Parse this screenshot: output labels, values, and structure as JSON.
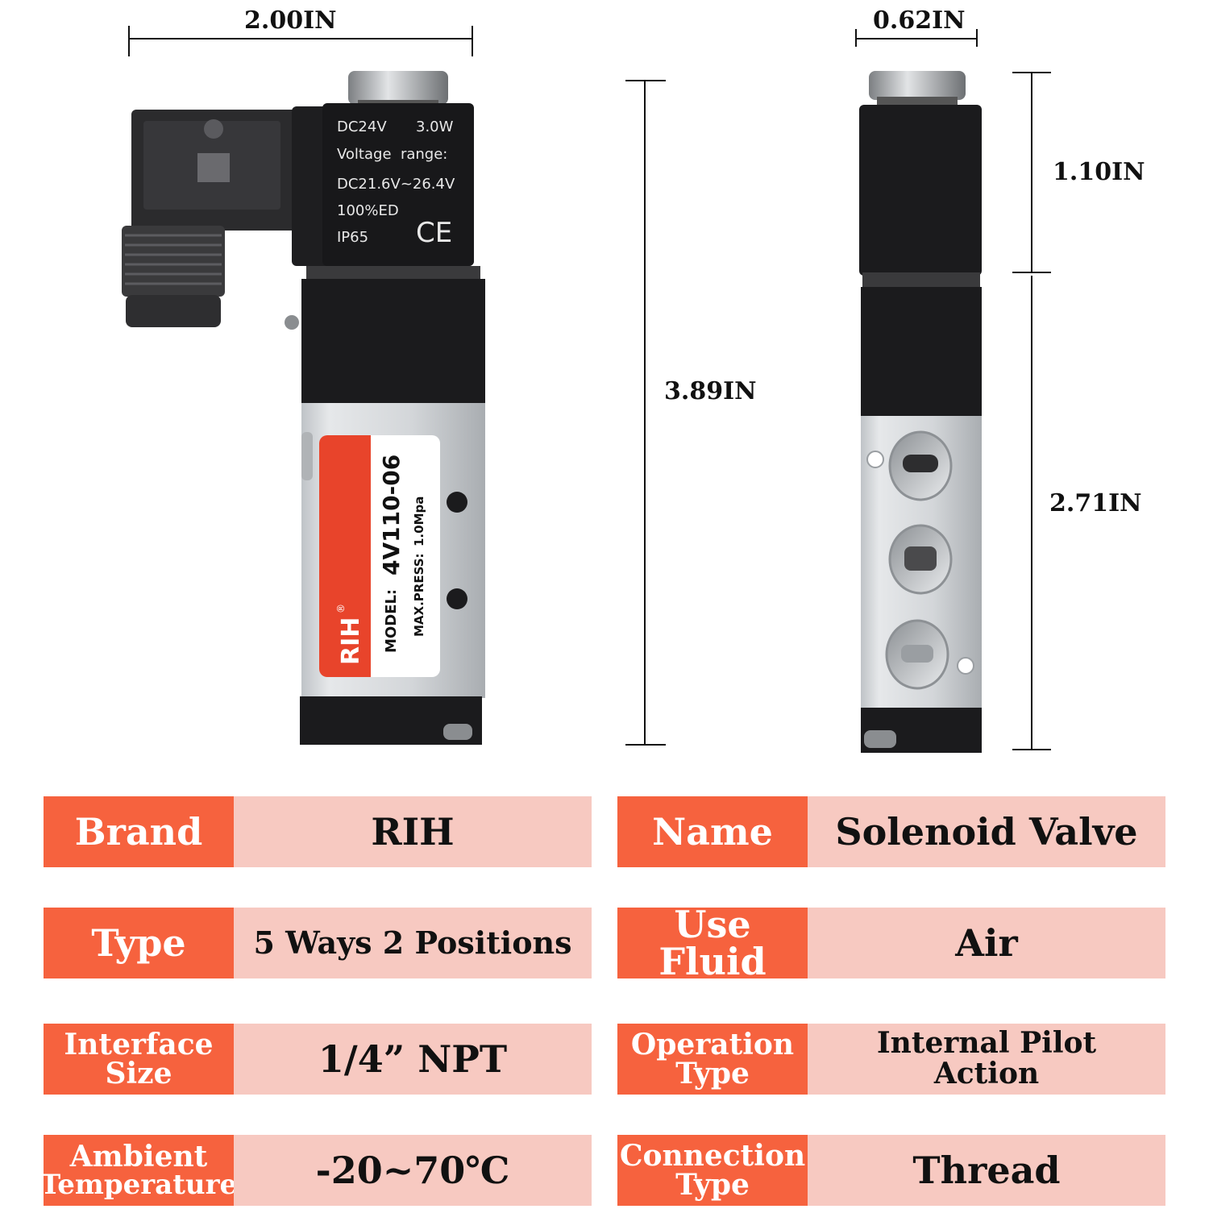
{
  "colors": {
    "accent": "#F6623E",
    "cell": "#F7C9C1"
  },
  "dimensions": {
    "width": "2.00IN",
    "depth": "0.62IN",
    "total_height": "3.89IN",
    "coil_height": "1.10IN",
    "body_height": "2.71IN"
  },
  "coil_label": {
    "voltage": "DC24V",
    "power": "3.0W",
    "range_label": "Voltage  range:",
    "range": "DC21.6V~26.4V",
    "duty": "100%ED",
    "ip": "IP65",
    "ce": "CE"
  },
  "nameplate": {
    "brand": "RIH",
    "registered": "®",
    "model_prefix": "MODEL:",
    "model": "4V110-06",
    "press_label": "MAX.PRESS:",
    "press": "1.0Mpa"
  },
  "specs": {
    "brand": {
      "label": "Brand",
      "value": "RIH"
    },
    "name": {
      "label": "Name",
      "value": "Solenoid Valve"
    },
    "type": {
      "label": "Type",
      "value": "5 Ways 2 Positions"
    },
    "fluid": {
      "label": "Use Fluid",
      "value": "Air"
    },
    "interface": {
      "label_1": "Interface",
      "label_2": "Size",
      "value": "1/4” NPT"
    },
    "operation": {
      "label_1": "Operation",
      "label_2": "Type",
      "value_1": "Internal Pilot",
      "value_2": "Action"
    },
    "ambient": {
      "label_1": "Ambient",
      "label_2": "Temperature",
      "value": "-20~70℃"
    },
    "connection": {
      "label_1": "Connection",
      "label_2": "Type",
      "value": "Thread"
    }
  }
}
